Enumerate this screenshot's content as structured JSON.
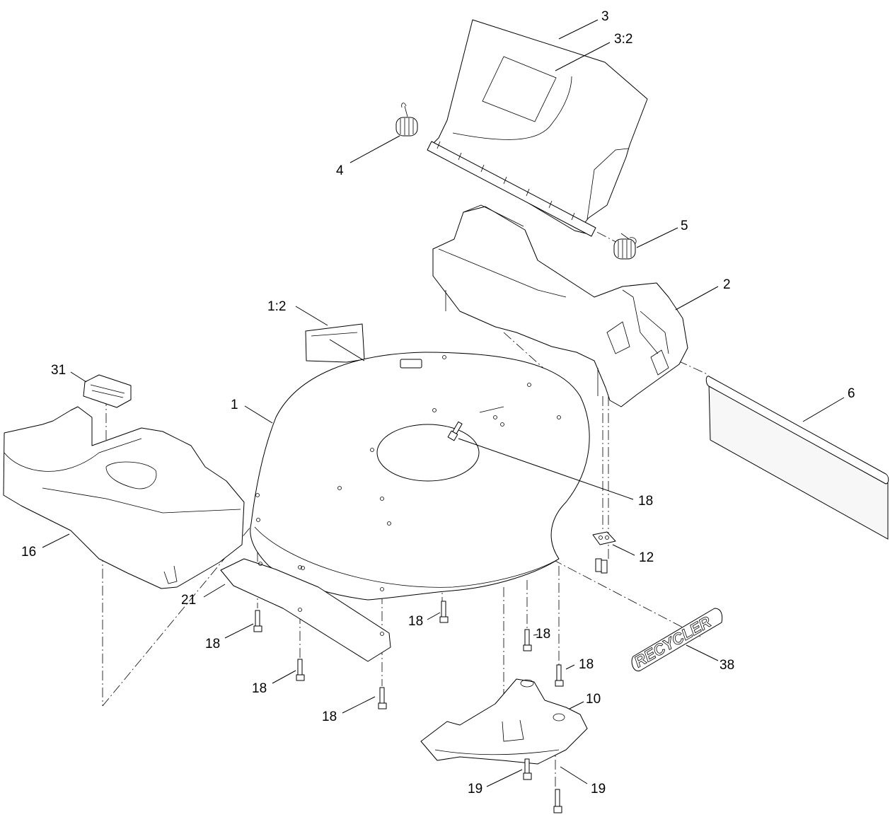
{
  "callouts": {
    "c3": "3",
    "c3_2": "3:2",
    "c4": "4",
    "c5": "5",
    "c2": "2",
    "c1_2": "1:2",
    "c31": "31",
    "c1": "1",
    "c6": "6",
    "c18_center": "18",
    "c16": "16",
    "c12": "12",
    "c21": "21",
    "c18_a": "18",
    "c18_b": "18",
    "c18_c": "18",
    "c18_d": "18",
    "c18_e": "18",
    "c18_f": "18",
    "c38": "38",
    "c10": "10",
    "c19_a": "19",
    "c19_b": "19"
  },
  "decal": {
    "brand_text": "RECYCLER"
  },
  "colors": {
    "line": "#000000",
    "background": "#ffffff",
    "flap_fill": "#f7f7f7"
  }
}
